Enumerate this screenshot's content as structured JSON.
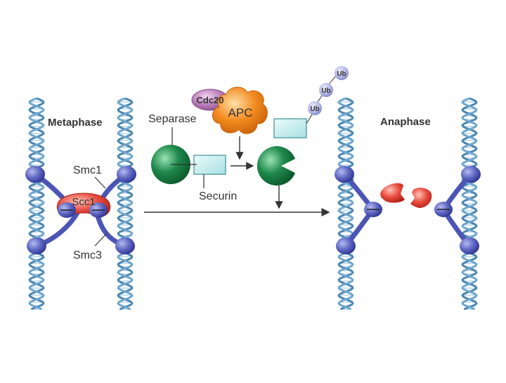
{
  "labels": {
    "metaphase": "Metaphase",
    "anaphase": "Anaphase",
    "smc1": "Smc1",
    "scc1": "Scc1",
    "smc3": "Smc3",
    "separase": "Separase",
    "securin": "Securin",
    "cdc20": "Cdc20",
    "apc": "APC",
    "ub": "Ub"
  },
  "colors": {
    "dna_strand_dark": "#4a86b0",
    "dna_strand_light": "#a9cde6",
    "cohesin_blue": "#5d66c2",
    "scc1_red": "#e64a3c",
    "separase_green": "#1f8a4c",
    "securin_cyan": "#bfe8ea",
    "apc_orange": "#f28a1e",
    "cdc20_purple": "#b77ab7",
    "ubiquitin_lavender": "#b3b6e6",
    "text": "#333333"
  }
}
